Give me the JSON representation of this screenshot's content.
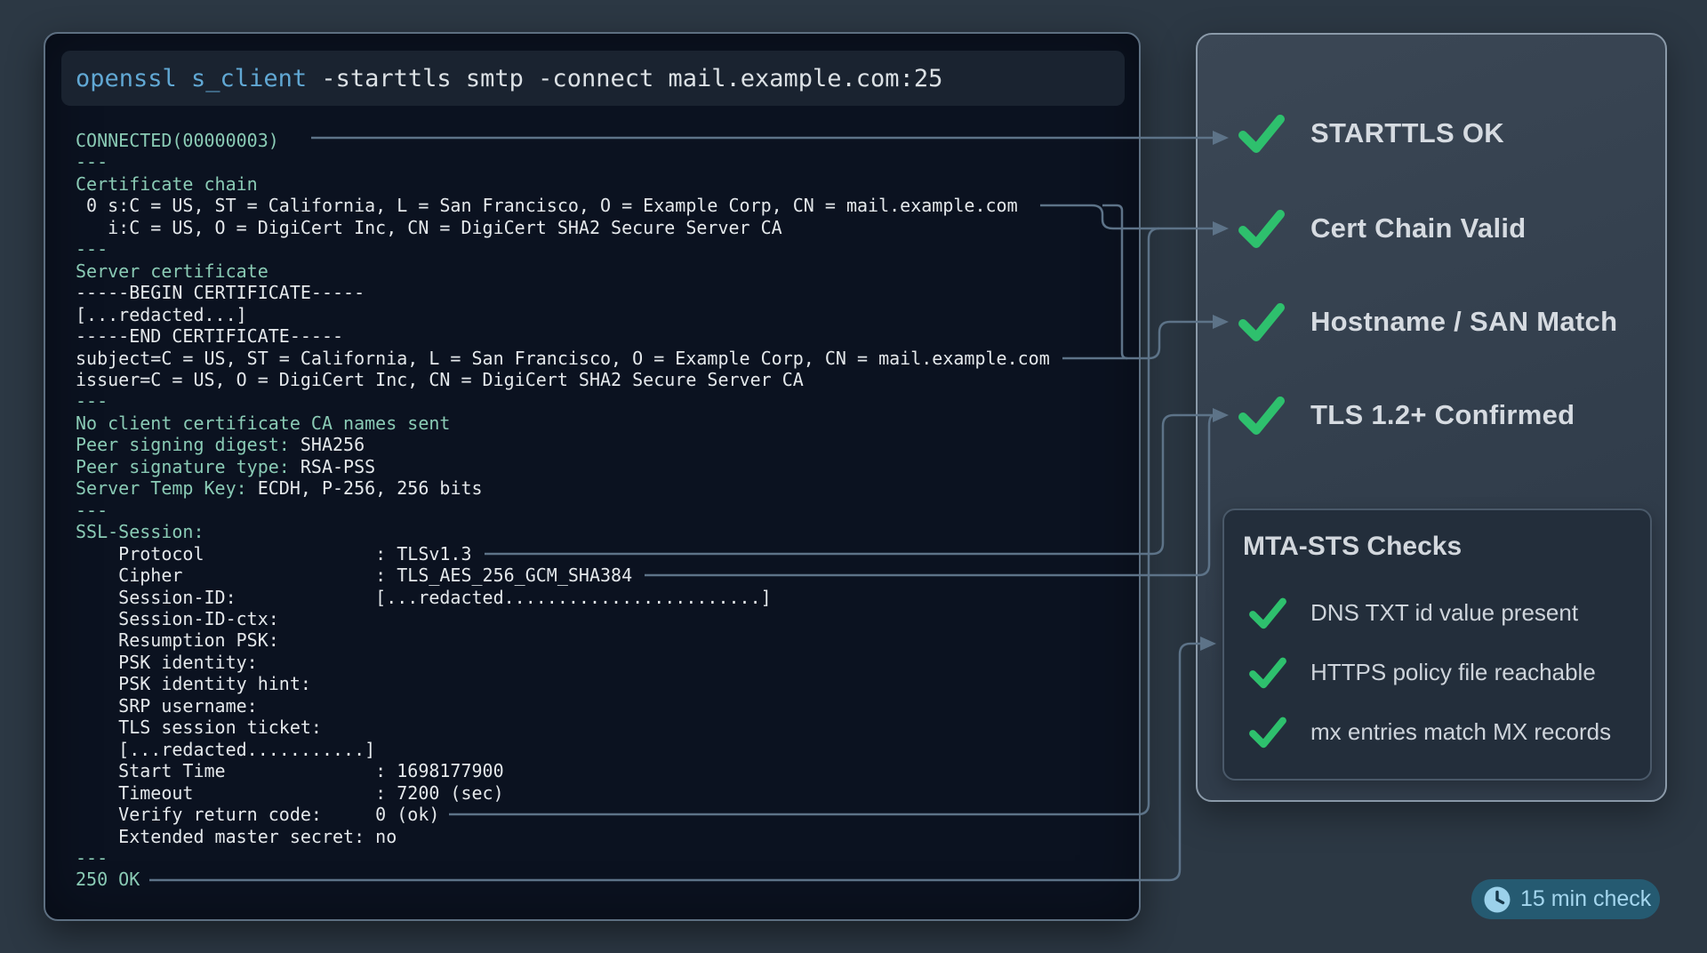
{
  "colors": {
    "page_bg": "#2c3844",
    "terminal_bg": "#0b1220",
    "command_accent_blue": "#61a8d4",
    "terminal_teal": "#8acbb5",
    "terminal_white": "#e4e8eb",
    "check_green": "#2ec06d",
    "connector": "#5d7388",
    "panel_border": "#8b9aa9",
    "badge_bg": "#255a71",
    "badge_text": "#a4d6ee"
  },
  "command": {
    "binary": "openssl s_client",
    "args": " -starttls smtp -connect mail.example.com:25"
  },
  "terminal": {
    "lines": [
      [
        [
          "t",
          "CONNECTED(00000003)"
        ]
      ],
      [
        [
          "t",
          "---"
        ]
      ],
      [
        [
          "t",
          "Certificate chain"
        ]
      ],
      [
        [
          "w",
          " 0 s:C = US, ST = California, L = San Francisco, O = Example Corp, CN = mail.example.com"
        ]
      ],
      [
        [
          "w",
          "   i:C = US, O = DigiCert Inc, CN = DigiCert SHA2 Secure Server CA"
        ]
      ],
      [
        [
          "t",
          "---"
        ]
      ],
      [
        [
          "t",
          "Server certificate"
        ]
      ],
      [
        [
          "w",
          "-----BEGIN CERTIFICATE-----"
        ]
      ],
      [
        [
          "w",
          "[...redacted...]"
        ]
      ],
      [
        [
          "w",
          "-----END CERTIFICATE-----"
        ]
      ],
      [
        [
          "w",
          "subject=C = US, ST = California, L = San Francisco, O = Example Corp, CN = mail.example.com"
        ]
      ],
      [
        [
          "w",
          "issuer=C = US, O = DigiCert Inc, CN = DigiCert SHA2 Secure Server CA"
        ]
      ],
      [
        [
          "t",
          "---"
        ]
      ],
      [
        [
          "t",
          "No client certificate CA names sent"
        ]
      ],
      [
        [
          "t",
          "Peer signing digest: "
        ],
        [
          "w",
          "SHA256"
        ]
      ],
      [
        [
          "t",
          "Peer signature type: "
        ],
        [
          "w",
          "RSA-PSS"
        ]
      ],
      [
        [
          "t",
          "Server Temp Key: "
        ],
        [
          "w",
          "ECDH, P-256, 256 bits"
        ]
      ],
      [
        [
          "t",
          "---"
        ]
      ],
      [
        [
          "t",
          "SSL-Session:"
        ]
      ],
      [
        [
          "w",
          "    Protocol                : TLSv1.3"
        ]
      ],
      [
        [
          "w",
          "    Cipher                  : TLS_AES_256_GCM_SHA384"
        ]
      ],
      [
        [
          "w",
          "    Session-ID:             [...redacted........................]"
        ]
      ],
      [
        [
          "w",
          "    Session-ID-ctx: "
        ]
      ],
      [
        [
          "w",
          "    Resumption PSK: "
        ]
      ],
      [
        [
          "w",
          "    PSK identity: "
        ]
      ],
      [
        [
          "w",
          "    PSK identity hint: "
        ]
      ],
      [
        [
          "w",
          "    SRP username: "
        ]
      ],
      [
        [
          "w",
          "    TLS session ticket:"
        ]
      ],
      [
        [
          "w",
          "    [...redacted...........]"
        ]
      ],
      [
        [
          "w",
          "    Start Time              : 1698177900"
        ]
      ],
      [
        [
          "w",
          "    Timeout                 : 7200 (sec)"
        ]
      ],
      [
        [
          "w",
          "    Verify return code:     0 (ok)"
        ]
      ],
      [
        [
          "w",
          "    Extended master secret: no"
        ]
      ],
      [
        [
          "t",
          "---"
        ]
      ],
      [
        [
          "t",
          "250 OK"
        ]
      ]
    ]
  },
  "checks": [
    {
      "icon": "check-icon",
      "label": "STARTTLS OK"
    },
    {
      "icon": "check-icon",
      "label": "Cert Chain Valid"
    },
    {
      "icon": "check-icon",
      "label": "Hostname / SAN Match"
    },
    {
      "icon": "check-icon",
      "label": "TLS 1.2+ Confirmed"
    }
  ],
  "mta_sts": {
    "title": "MTA-STS Checks",
    "items": [
      {
        "icon": "check-icon",
        "label": "DNS TXT id value present"
      },
      {
        "icon": "check-icon",
        "label": "HTTPS policy file reachable"
      },
      {
        "icon": "check-icon",
        "label": "mx entries match MX records"
      }
    ]
  },
  "badge": {
    "icon": "clock-icon",
    "label": "15 min check"
  }
}
